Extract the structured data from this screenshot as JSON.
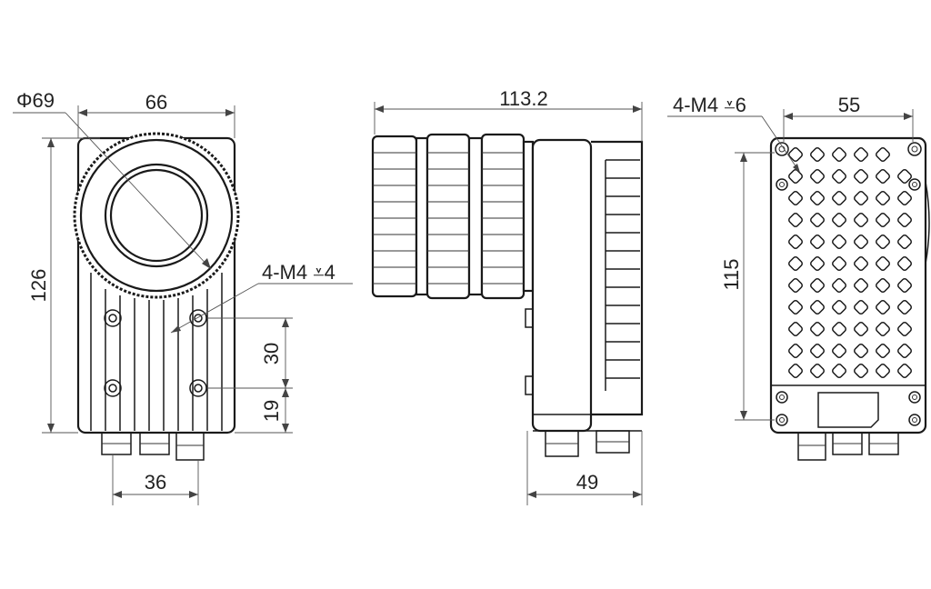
{
  "front_view": {
    "lens_diameter": "Φ69",
    "width": "66",
    "height": "126",
    "hole_spacing_vertical": "30",
    "hole_offset_bottom": "19",
    "connector_spacing": "36",
    "thread_callout": "4-M4 ⩡4"
  },
  "side_view": {
    "length": "113.2",
    "depth": "49"
  },
  "back_view": {
    "width": "55",
    "height": "115",
    "thread_callout": "4-M4 ⩡6"
  },
  "colors": {
    "line": "#1a1a1a",
    "dimension": "#555555",
    "background": "#ffffff"
  }
}
